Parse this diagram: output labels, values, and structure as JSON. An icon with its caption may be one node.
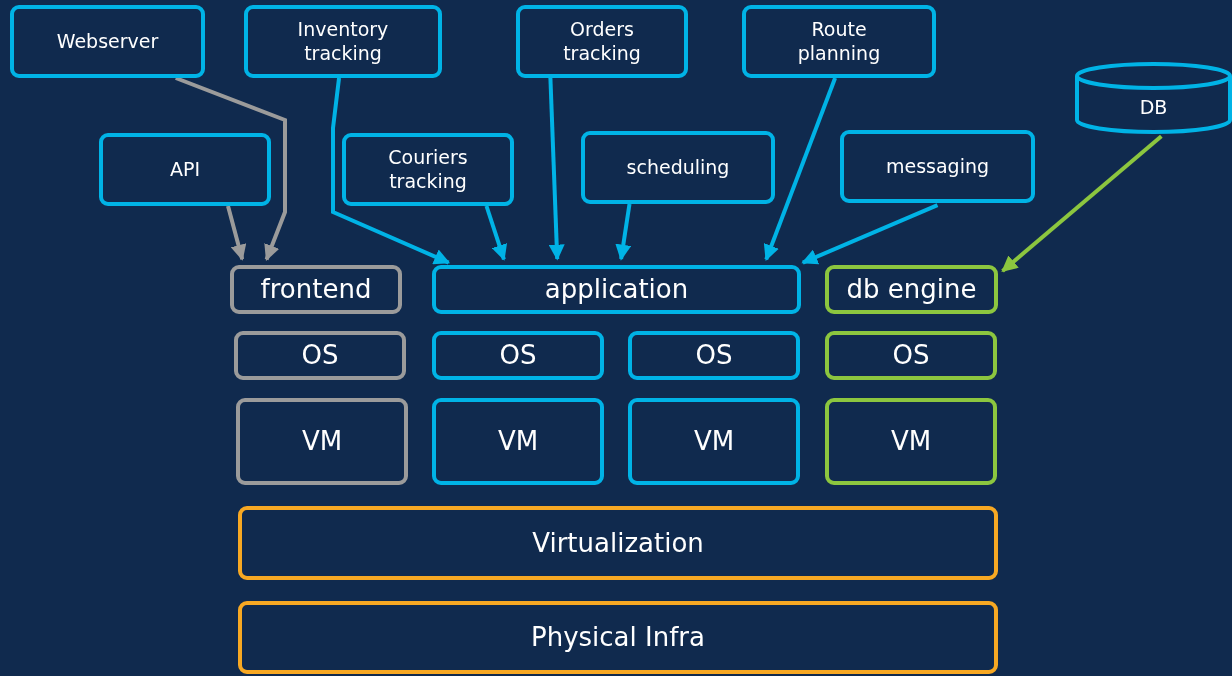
{
  "diagram": {
    "nodes": [
      {
        "text": [
          "Webserver"
        ]
      },
      {
        "text": [
          "Inventory tracking"
        ]
      },
      {
        "text": [
          "Orders tracking"
        ]
      },
      {
        "text": [
          "Route planning"
        ]
      },
      {
        "text": [
          "DB"
        ]
      },
      {
        "text": [
          "API"
        ]
      },
      {
        "text": [
          "Couriers tracking"
        ]
      },
      {
        "text": [
          "scheduling"
        ]
      },
      {
        "text": [
          "messaging"
        ]
      },
      {
        "text": [
          "frontend"
        ]
      },
      {
        "text": [
          "application"
        ]
      },
      {
        "text": [
          "db engine"
        ]
      },
      {
        "text": [
          "OS"
        ]
      },
      {
        "text": [
          "OS"
        ]
      },
      {
        "text": [
          "OS"
        ]
      },
      {
        "text": [
          "OS"
        ]
      },
      {
        "text": [
          "VM"
        ]
      },
      {
        "text": [
          "VM"
        ]
      },
      {
        "text": [
          "VM"
        ]
      },
      {
        "text": [
          "VM"
        ]
      },
      {
        "text": [
          "Virtualization"
        ]
      },
      {
        "text": [
          "Physical Infra"
        ]
      }
    ],
    "edges": [
      {
        "from": 0,
        "to": 9,
        "arrow": "to",
        "color": "#9b9b9b"
      },
      {
        "from": 5,
        "to": 9,
        "arrow": "to",
        "color": "#9b9b9b"
      },
      {
        "from": 1,
        "to": 10,
        "arrow": "to"
      },
      {
        "from": 6,
        "to": 10,
        "arrow": "to"
      },
      {
        "from": 2,
        "to": 10,
        "arrow": "to"
      },
      {
        "from": 7,
        "to": 10,
        "arrow": "to"
      },
      {
        "from": 3,
        "to": 10,
        "arrow": "to"
      },
      {
        "from": 8,
        "to": 10,
        "arrow": "to"
      },
      {
        "from": 4,
        "to": 11,
        "arrow": "to",
        "color": "#8cc63f"
      }
    ]
  }
}
